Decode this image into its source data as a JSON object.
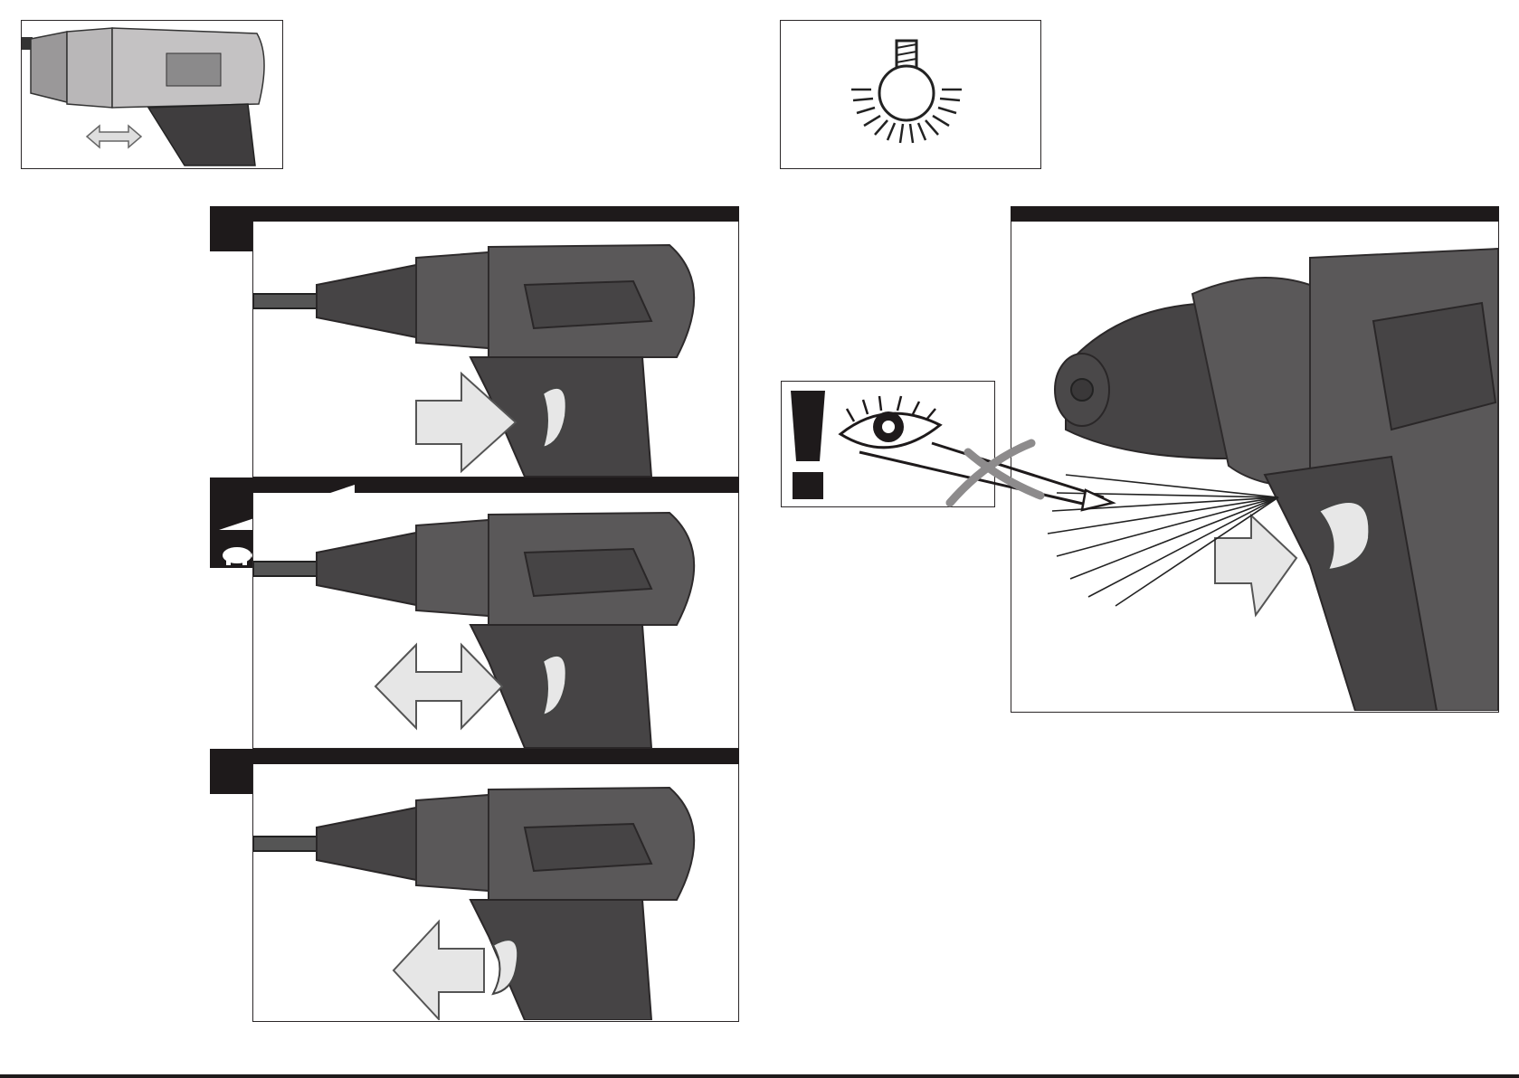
{
  "page": {
    "title": "",
    "panels": [
      {
        "id": "trigger-overview",
        "caption": ""
      },
      {
        "id": "work-light",
        "caption": ""
      },
      {
        "id": "trigger-press",
        "caption": ""
      },
      {
        "id": "variable-speed",
        "caption": ""
      },
      {
        "id": "trigger-release",
        "caption": ""
      },
      {
        "id": "led-light",
        "caption": ""
      }
    ],
    "speed_scale": {
      "slow_icon": "turtle-icon",
      "fast_icon": "rabbit-icon"
    },
    "warning": {
      "icon": "exclamation-icon",
      "eye_icon": "eye-icon"
    }
  },
  "colors": {
    "ink": "#1e1a1b",
    "drill_body": "#5a5859",
    "trigger": "#e7e7e7",
    "arrow": "#e6e6e6"
  }
}
